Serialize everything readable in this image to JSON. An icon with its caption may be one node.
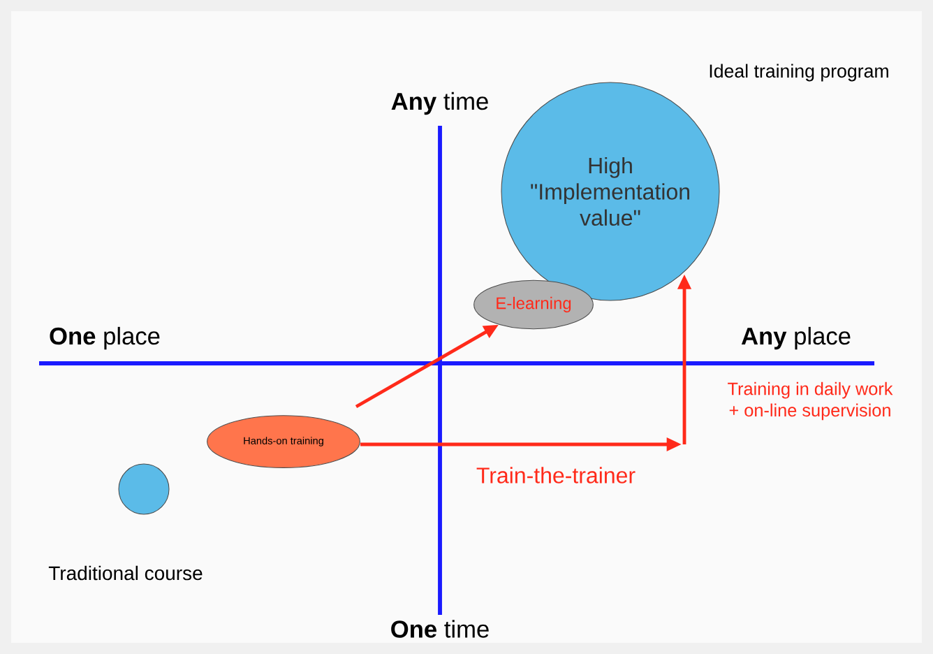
{
  "diagram": {
    "nodes": [
      {
        "text": [
          "High \"Implementation value\""
        ]
      },
      {
        "text": [
          "E-learning"
        ]
      },
      {
        "text": [
          "Hands-on training"
        ]
      },
      {
        "text": [],
        "shape": "circle",
        "beside": [
          "Traditional course"
        ]
      }
    ],
    "edges": [
      {
        "from": 2,
        "to": 1,
        "arrow": "to"
      },
      {
        "from": 2,
        "to": null,
        "arrow": "to",
        "label": "Train-the-trainer"
      },
      {
        "from": null,
        "to": 0,
        "arrow": "to",
        "label": "Training in daily work + on-line supervision"
      }
    ],
    "labels": [
      "Ideal training program",
      "**Any** time",
      "**One** place",
      "**Any** place",
      "**One** time"
    ]
  }
}
